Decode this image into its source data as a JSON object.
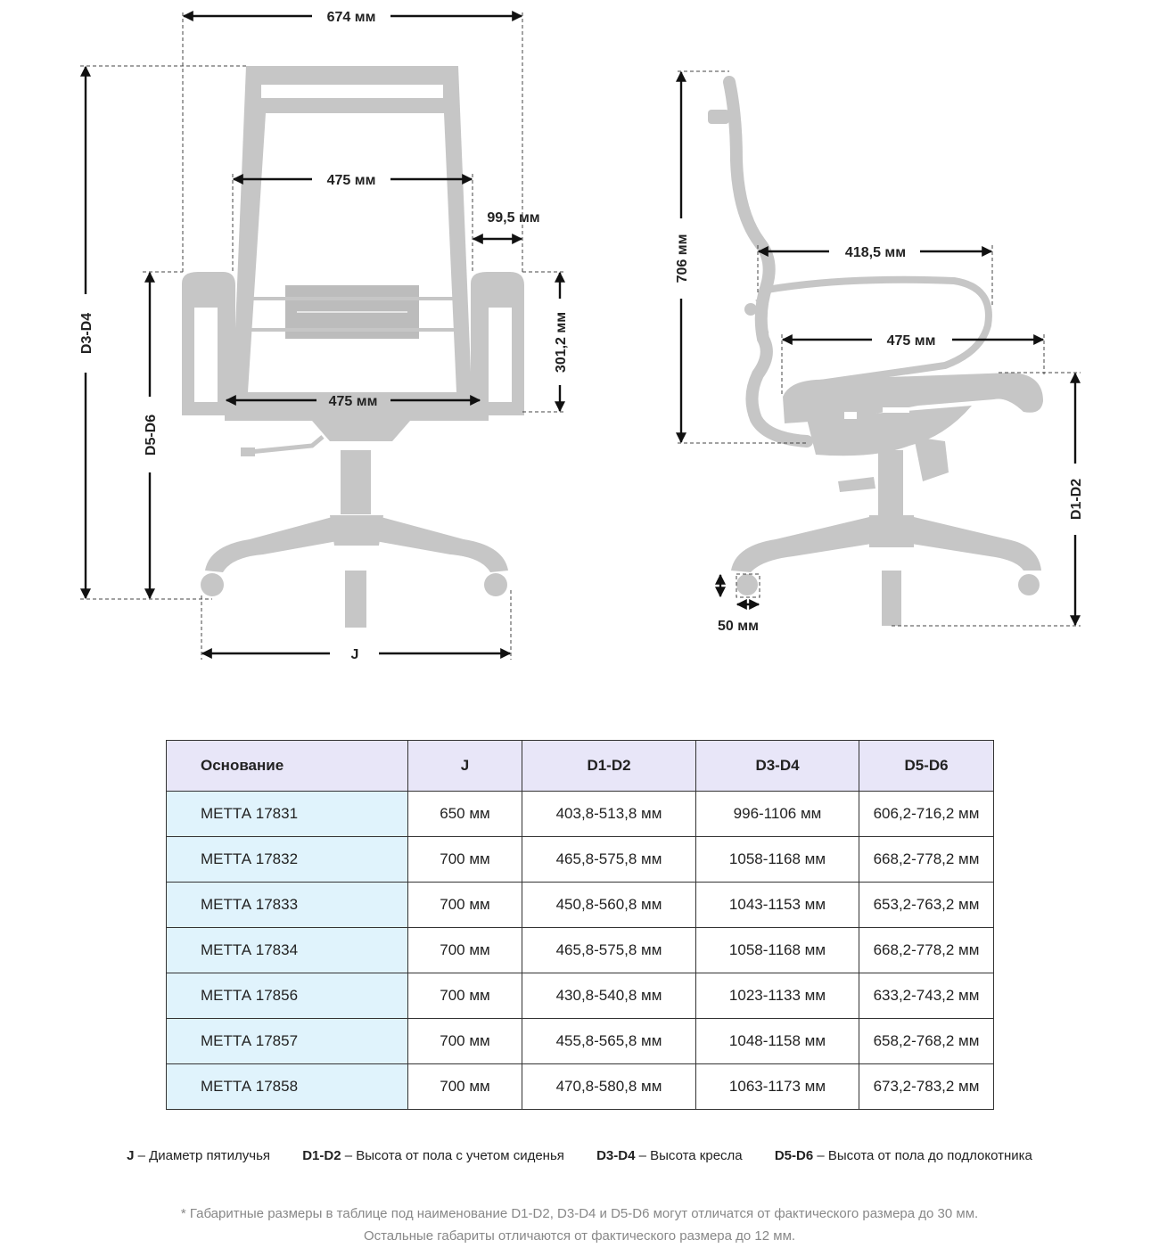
{
  "dimensions": {
    "front_width": "674 мм",
    "back_width": "475 мм",
    "arm_width": "99,5 мм",
    "armrest_height": "301,2 мм",
    "seat_width_front": "475 мм",
    "total_height": "D3-D4",
    "armrest_floor": "D5-D6",
    "base_diameter": "J",
    "back_height_side": "706 мм",
    "seat_depth_top": "418,5 мм",
    "seat_depth": "475 мм",
    "seat_floor": "D1-D2",
    "wheel": "50 мм"
  },
  "table": {
    "headers": [
      "Основание",
      "J",
      "D1-D2",
      "D3-D4",
      "D5-D6"
    ],
    "rows": [
      [
        "МЕТТА 17831",
        "650 мм",
        "403,8-513,8 мм",
        "996-1106 мм",
        "606,2-716,2 мм"
      ],
      [
        "МЕТТА 17832",
        "700 мм",
        "465,8-575,8 мм",
        "1058-1168 мм",
        "668,2-778,2 мм"
      ],
      [
        "МЕТТА 17833",
        "700 мм",
        "450,8-560,8 мм",
        "1043-1153 мм",
        "653,2-763,2 мм"
      ],
      [
        "МЕТТА 17834",
        "700 мм",
        "465,8-575,8 мм",
        "1058-1168 мм",
        "668,2-778,2 мм"
      ],
      [
        "МЕТТА 17856",
        "700 мм",
        "430,8-540,8 мм",
        "1023-1133 мм",
        "633,2-743,2 мм"
      ],
      [
        "МЕТТА 17857",
        "700 мм",
        "455,8-565,8 мм",
        "1048-1158 мм",
        "658,2-768,2 мм"
      ],
      [
        "МЕТТА 17858",
        "700 мм",
        "470,8-580,8 мм",
        "1063-1173 мм",
        "673,2-783,2 мм"
      ]
    ]
  },
  "legend": [
    {
      "key": "J",
      "text": " – Диаметр пятилучья"
    },
    {
      "key": "D1-D2",
      "text": " – Высота от пола с учетом сиденья"
    },
    {
      "key": "D3-D4",
      "text": " – Высота кресла"
    },
    {
      "key": "D5-D6",
      "text": " – Высота от пола до подлокотника"
    }
  ],
  "notes": {
    "line1": "* Габаритные размеры в таблице под наименование D1-D2, D3-D4 и D5-D6 могут отличатся от фактического размера до 30 мм.",
    "line2": "Остальные габариты отличаются от фактического размера до 12 мм."
  }
}
